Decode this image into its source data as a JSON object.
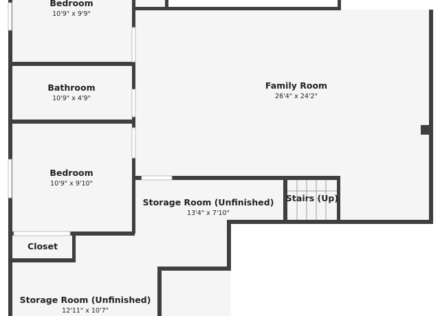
{
  "floor_plan": {
    "rooms": {
      "bedroom_top": {
        "name": "Bedroom",
        "dims": "10'9\" x 9'9\""
      },
      "bathroom": {
        "name": "Bathroom",
        "dims": "10'9\" x 4'9\""
      },
      "bedroom_mid": {
        "name": "Bedroom",
        "dims": "10'9\" x 9'10\""
      },
      "closet": {
        "name": "Closet"
      },
      "storage_left": {
        "name": "Storage Room (Unfinished)",
        "dims": "12'11\" x 10'7\""
      },
      "family_room": {
        "name": "Family Room",
        "dims": "26'4\" x 24'2\""
      },
      "storage_center": {
        "name": "Storage Room (Unfinished)",
        "dims": "13'4\" x 7'10\""
      },
      "stairs": {
        "name": "Stairs (Up)"
      }
    },
    "colors": {
      "wall": "#3f3f3f",
      "floor": "#f5f5f5",
      "background": "#ffffff",
      "text": "#222222"
    }
  }
}
